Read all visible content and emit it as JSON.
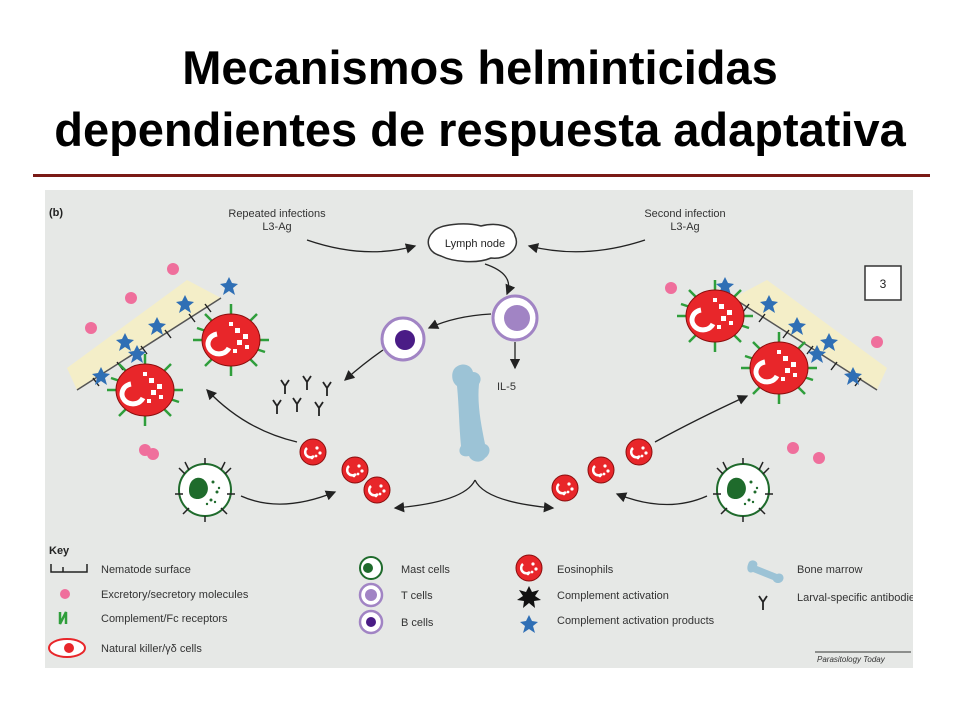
{
  "slide": {
    "title_line1": "Mecanismos helminticidas",
    "title_line2": "dependientes de respuesta adaptativa"
  },
  "figure": {
    "panel_label": "(b)",
    "left_source": [
      "Repeated infections",
      "L3-Ag"
    ],
    "right_source": [
      "Second infection",
      "L3-Ag"
    ],
    "lymph_node": "Lymph node",
    "cytokine": "IL-5",
    "figure_number": "3",
    "credit": "Parasitology Today",
    "key_title": "Key",
    "key": [
      {
        "icon": "nematode-surface",
        "label": "Nematode surface"
      },
      {
        "icon": "excretory-molecule",
        "label": "Excretory/secretory molecules"
      },
      {
        "icon": "fc-receptor",
        "label": "Complement/Fc receptors"
      },
      {
        "icon": "nk-cell",
        "label": "Natural killer/γδ cells"
      },
      {
        "icon": "mast-cell",
        "label": "Mast cells"
      },
      {
        "icon": "t-cell",
        "label": "T cells"
      },
      {
        "icon": "b-cell",
        "label": "B cells"
      },
      {
        "icon": "eosinophil",
        "label": "Eosinophils"
      },
      {
        "icon": "complement-activation",
        "label": "Complement activation"
      },
      {
        "icon": "complement-product",
        "label": "Complement activation products"
      },
      {
        "icon": "bone-marrow",
        "label": "Bone marrow"
      },
      {
        "icon": "antibody",
        "label": "Larval-specific antibodies"
      }
    ],
    "colors": {
      "eosinophil": "#e8262a",
      "t_cell": "#a184c4",
      "b_cell": "#4a1c86",
      "mast_cell": "#1f6b2c",
      "bone_marrow": "#9cc3d6",
      "complement_product": "#2f6fb5",
      "excretory": "#ef6f9c",
      "nk_green": "#2f9e3b",
      "title_rule": "#7a1a16"
    }
  }
}
